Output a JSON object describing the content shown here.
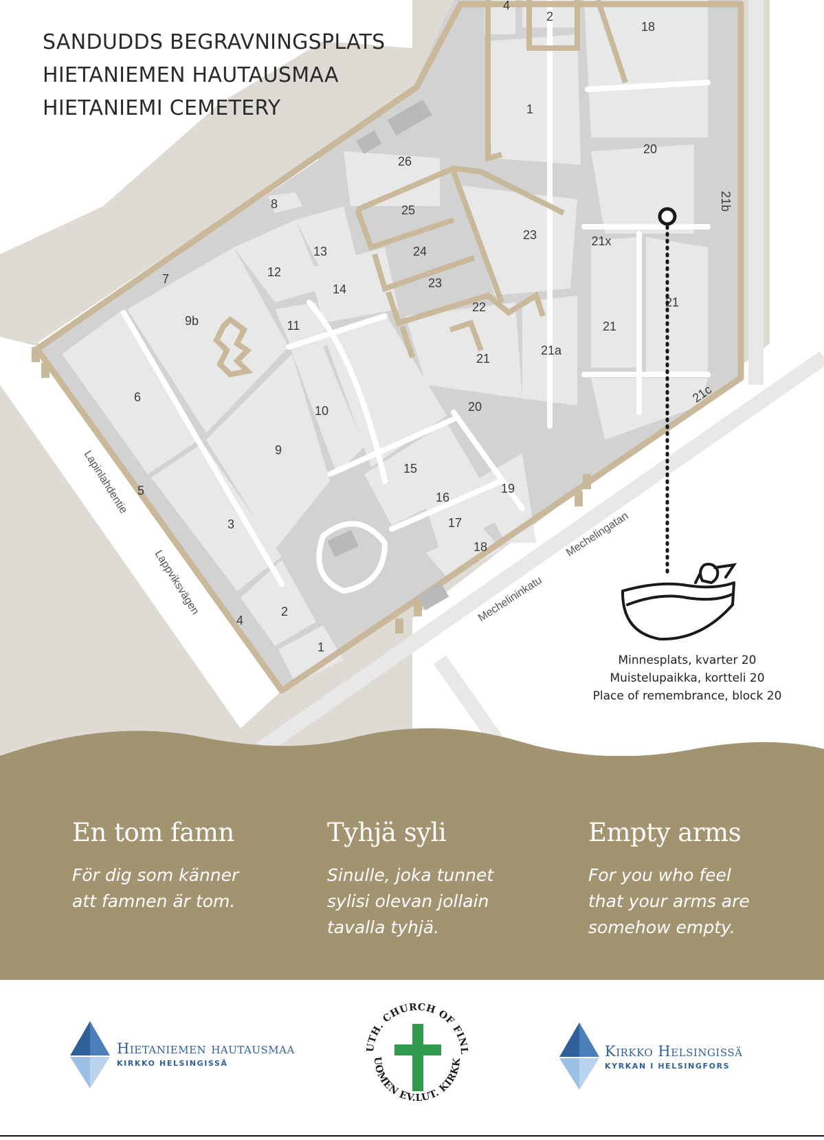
{
  "title_lines": [
    "SANDUDDS BEGRAVNINGSPLATS",
    "HIETANIEMEN HAUTAUSMAA",
    "HIETANIEMI CEMETERY"
  ],
  "blocks": [
    "4",
    "2",
    "18",
    "1",
    "20",
    "21b",
    "26",
    "25",
    "23",
    "24",
    "21x",
    "8",
    "13",
    "12",
    "23",
    "7",
    "14",
    "21",
    "21",
    "9b",
    "11",
    "22",
    "21",
    "21a",
    "6",
    "21c",
    "10",
    "20",
    "9",
    "15",
    "5",
    "19",
    "16",
    "3",
    "17",
    "18",
    "2",
    "4",
    "1"
  ],
  "streets": [
    "Lapinlahdentie",
    "Lappviksvägen",
    "Mechelingatan",
    "Mechelininkatu"
  ],
  "remembrance_caption": [
    "Minnesplats, kvarter 20",
    "Muistelupaikka, kortteli 20",
    "Place of remembrance, block 20"
  ],
  "columns": [
    {
      "heading": "En tom famn",
      "text": "För dig som känner\natt famnen är tom."
    },
    {
      "heading": "Tyhjä syli",
      "text": "Sinulle, joka tunnet\nsylisi olevan jollain\ntavalla tyhjä."
    },
    {
      "heading": "Empty arms",
      "text": "For you who feel\nthat your arms are\nsomehow empty."
    }
  ],
  "logos": {
    "left": {
      "main": "Hietaniemen hautausmaa",
      "sub": "KIRKKO HELSINGISSÄ"
    },
    "center": {
      "top": "EV. LUTH. CHURCH OF FINLAND",
      "bottom": "SUOMEN EV.LUT. KIRKKO"
    },
    "right": {
      "main": "Kirkko Helsingissä",
      "sub": "KYRKAN I HELSINGFORS"
    }
  },
  "colors": {
    "band": "#a29371",
    "wall": "#c9b99a",
    "block": "#e6e6e6",
    "land": "#dcd9d2",
    "road": "#ebebeb",
    "logo_blue": "#2f5f98",
    "cross_green": "#2f9a4c"
  }
}
